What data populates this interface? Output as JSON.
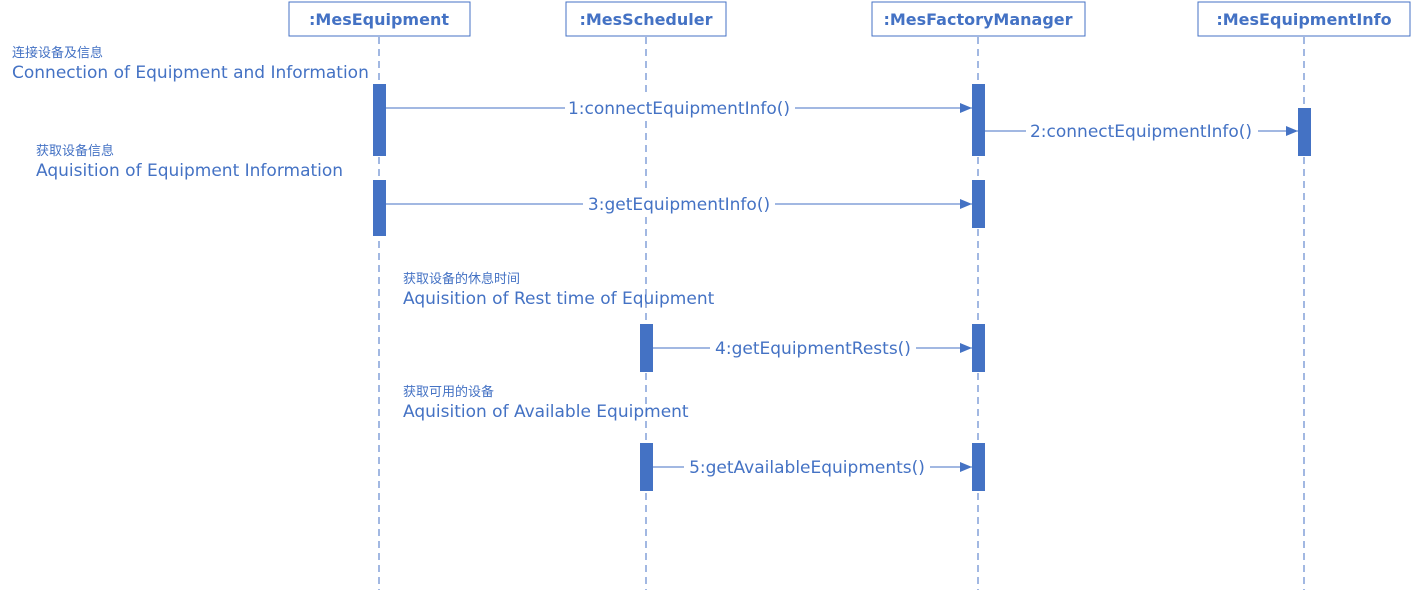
{
  "accent_color": "#4472c4",
  "lifelines": [
    {
      "id": "equipment",
      "name": ":MesEquipment"
    },
    {
      "id": "scheduler",
      "name": ":MesScheduler"
    },
    {
      "id": "factory",
      "name": ":MesFactoryManager"
    },
    {
      "id": "info",
      "name": ":MesEquipmentInfo"
    }
  ],
  "messages": [
    {
      "label": "1:connectEquipmentInfo()",
      "from": "equipment",
      "to": "factory"
    },
    {
      "label": "2:connectEquipmentInfo()",
      "from": "factory",
      "to": "info"
    },
    {
      "label": "3:getEquipmentInfo()",
      "from": "equipment",
      "to": "factory"
    },
    {
      "label": "4:getEquipmentRests()",
      "from": "scheduler",
      "to": "factory"
    },
    {
      "label": "5:getAvailableEquipments()",
      "from": "scheduler",
      "to": "factory"
    }
  ],
  "notes": [
    {
      "cn": "连接设备及信息",
      "en": "Connection of Equipment and Information"
    },
    {
      "cn": "获取设备信息",
      "en": "Aquisition of Equipment Information"
    },
    {
      "cn": "获取设备的休息时间",
      "en": "Aquisition of Rest time of Equipment"
    },
    {
      "cn": "获取可用的设备",
      "en": "Aquisition of Available Equipment"
    }
  ]
}
